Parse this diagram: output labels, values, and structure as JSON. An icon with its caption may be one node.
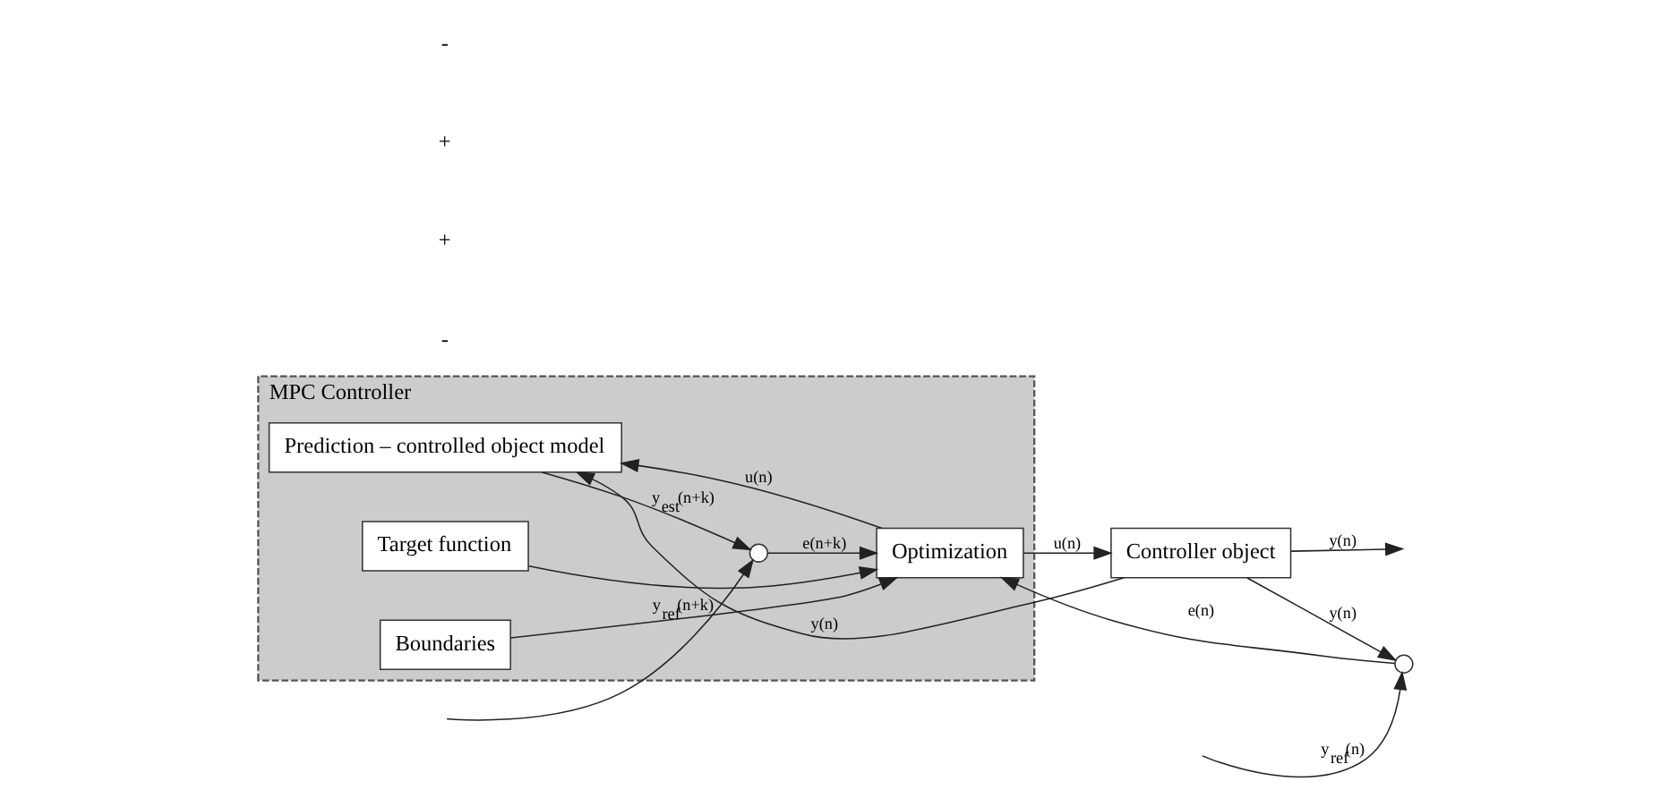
{
  "diagram": {
    "nodes": [
      {
        "text": [
          "MPC Controller"
        ]
      },
      {
        "text": [
          "Prediction – controlled object model"
        ],
        "in": 0
      },
      {
        "text": [],
        "shape": "circle",
        "in": 0
      },
      {
        "text": [
          "Optimization"
        ],
        "in": 0
      },
      {
        "text": [
          "Target function"
        ],
        "in": 0
      },
      {
        "text": [
          "Boundaries"
        ],
        "in": 0
      },
      {
        "text": [],
        "shape": "circle"
      },
      {
        "text": [
          "Controller object"
        ]
      }
    ],
    "edges": [
      {
        "from": null,
        "to": 6,
        "arrow": "to",
        "label": "y$_{ref}$(n)"
      },
      {
        "from": 6,
        "to": 3,
        "arrow": "to",
        "label": "e(n)"
      },
      {
        "from": 1,
        "to": 2,
        "arrow": "to",
        "label": "y$_{est}$(n+k)"
      },
      {
        "from": null,
        "to": 2,
        "arrow": "to",
        "label": "y$_{ref}$(n+k)"
      },
      {
        "from": 2,
        "to": 3,
        "arrow": "to",
        "label": "e(n+k)"
      },
      {
        "from": 3,
        "to": 7,
        "arrow": "to",
        "label": "u(n)"
      },
      {
        "from": 3,
        "to": 1,
        "arrow": "to",
        "label": "u(n)"
      },
      {
        "from": 4,
        "to": 3,
        "arrow": "to"
      },
      {
        "from": 5,
        "to": 3,
        "arrow": "to"
      },
      {
        "from": 7,
        "to": null,
        "arrow": "to",
        "label": "y(n)"
      },
      {
        "from": 7,
        "to": 1,
        "arrow": "to",
        "label": "y(n)"
      },
      {
        "from": 7,
        "to": 6,
        "arrow": "to",
        "label": "y(n)"
      }
    ],
    "labels": [
      "-",
      "+",
      "+",
      "-"
    ]
  }
}
